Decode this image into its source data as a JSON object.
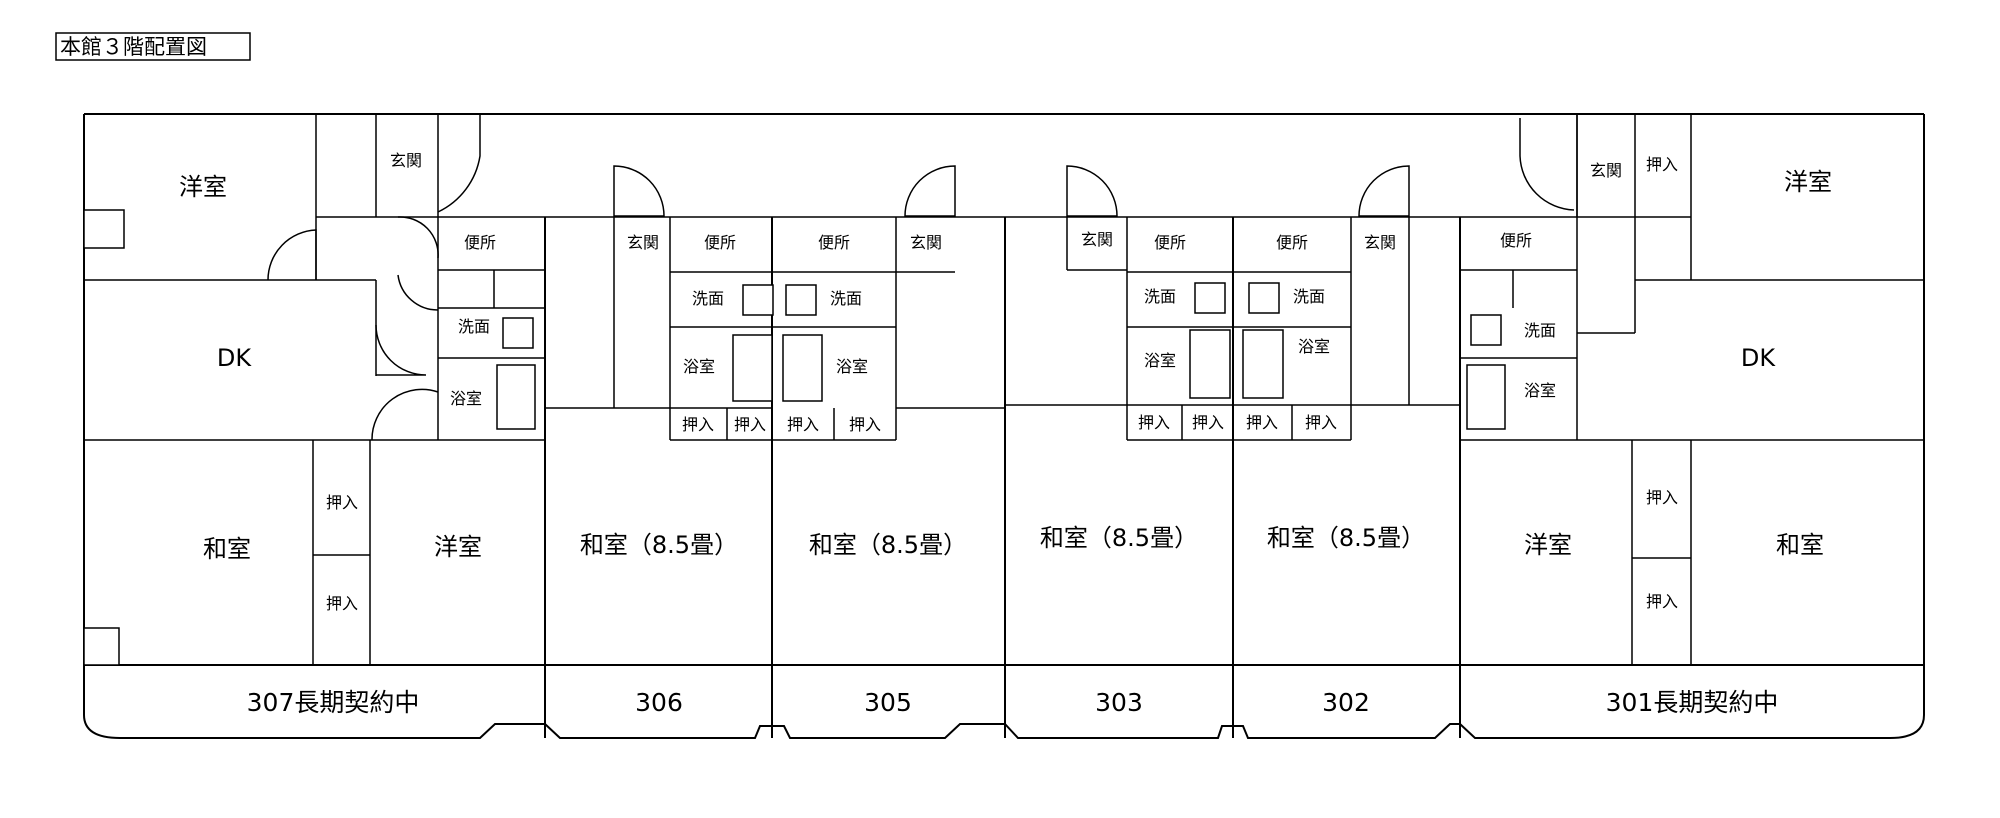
{
  "title": "本館３階配置図",
  "units": {
    "u307": {
      "label": "307長期契約中",
      "rooms": {
        "yoshitsu": "洋室",
        "dk": "DK",
        "washitsu": "和室",
        "yoshitsu2": "洋室",
        "oshiire_a": "押入",
        "oshiire_b": "押入",
        "genkan": "玄関",
        "benjo": "便所",
        "senmen": "洗面",
        "yokushitsu": "浴室"
      }
    },
    "u306": {
      "label": "306",
      "rooms": {
        "main": "和室（8.5畳）",
        "genkan": "玄関",
        "benjo": "便所",
        "senmen": "洗面",
        "yokushitsu": "浴室",
        "oshiire_a": "押入",
        "oshiire_b": "押入"
      }
    },
    "u305": {
      "label": "305",
      "rooms": {
        "main": "和室（8.5畳）",
        "genkan": "玄関",
        "benjo": "便所",
        "senmen": "洗面",
        "yokushitsu": "浴室",
        "oshiire_a": "押入",
        "oshiire_b": "押入"
      }
    },
    "u303": {
      "label": "303",
      "rooms": {
        "main": "和室（8.5畳）",
        "genkan": "玄関",
        "benjo": "便所",
        "senmen": "洗面",
        "yokushitsu": "浴室",
        "oshiire_a": "押入",
        "oshiire_b": "押入"
      }
    },
    "u302": {
      "label": "302",
      "rooms": {
        "main": "和室（8.5畳）",
        "genkan": "玄関",
        "benjo": "便所",
        "senmen": "洗面",
        "yokushitsu": "浴室",
        "oshiire_a": "押入",
        "oshiire_b": "押入"
      }
    },
    "u301": {
      "label": "301長期契約中",
      "rooms": {
        "yoshitsu": "洋室",
        "dk": "DK",
        "washitsu": "和室",
        "yoshitsu2": "洋室",
        "oshiire_a": "押入",
        "oshiire_b": "押入",
        "oshiire_c": "押入",
        "genkan": "玄関",
        "benjo": "便所",
        "senmen": "洗面",
        "yokushitsu": "浴室"
      }
    }
  }
}
